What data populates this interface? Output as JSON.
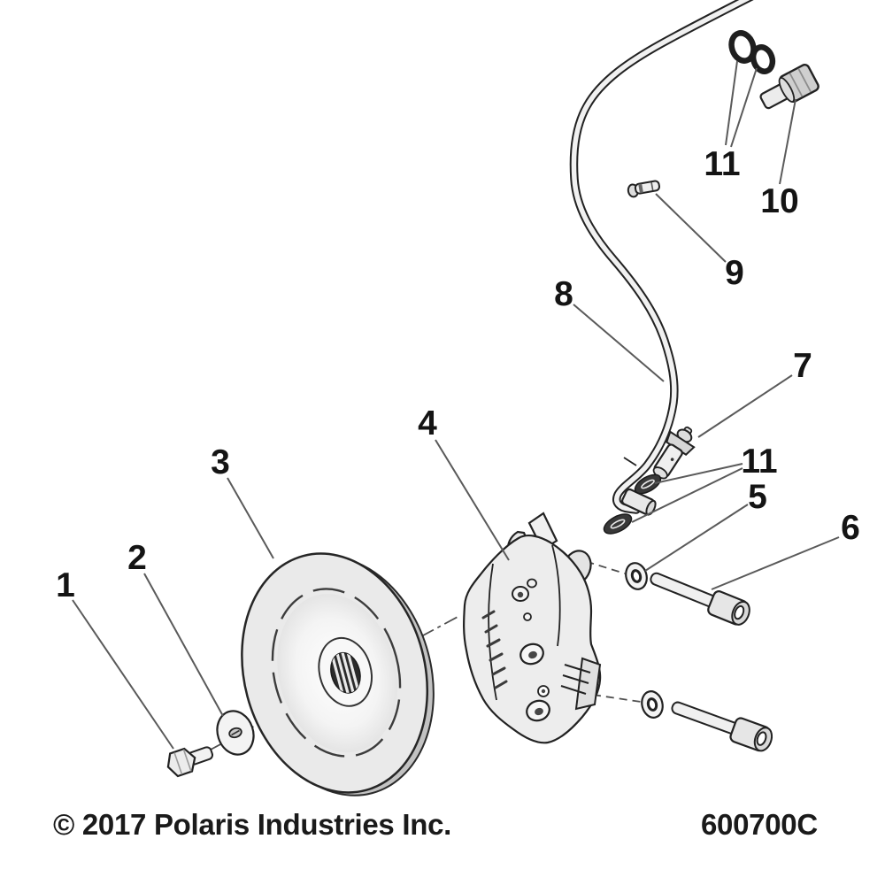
{
  "document": {
    "footer": {
      "copyright": "© 2017 Polaris Industries Inc.",
      "drawing_number": "600700C"
    }
  },
  "diagram": {
    "type": "exploded-parts-diagram",
    "subject": "Brake caliper, brake disc and brake line assembly",
    "brand": "Polaris Industries",
    "style": "grayscale technical line art on white background",
    "colors": {
      "background": "#ffffff",
      "outline": "#222222",
      "leader_line": "#5a5a5a",
      "part_fill_light": "#ececec",
      "part_fill_mid": "#d6d6d6",
      "part_fill_dark": "#2f2f2f",
      "label_text": "#141414"
    },
    "callouts": [
      {
        "label": "1",
        "part": "hex-bolt-disc-mount"
      },
      {
        "label": "2",
        "part": "flat-washer-disc"
      },
      {
        "label": "3",
        "part": "brake-disc"
      },
      {
        "label": "4",
        "part": "brake-caliper"
      },
      {
        "label": "5",
        "part": "caliper-bolt-washer"
      },
      {
        "label": "6",
        "part": "caliper-mount-bolt"
      },
      {
        "label": "7",
        "part": "brake-line-fitting"
      },
      {
        "label": "8",
        "part": "brake-line-hose"
      },
      {
        "label": "9",
        "part": "retaining-clip"
      },
      {
        "label": "10",
        "part": "banjo-bolt"
      },
      {
        "label": "11",
        "part": "sealing-washers-upper"
      },
      {
        "label": "11",
        "part": "sealing-washers-lower"
      }
    ]
  }
}
